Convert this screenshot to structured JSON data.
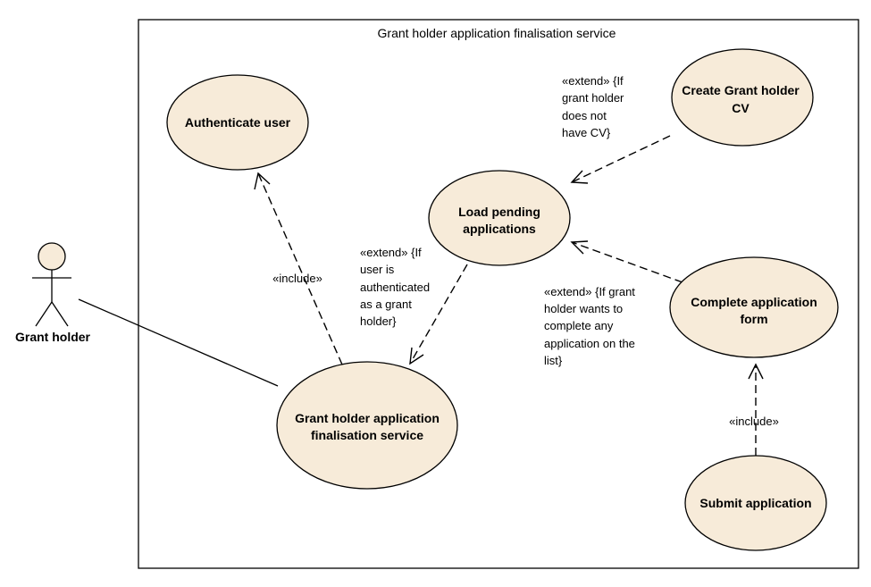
{
  "system": {
    "title": "Grant holder application finalisation service"
  },
  "actor": {
    "name": "Grant holder"
  },
  "use_cases": {
    "authenticate": [
      "Authenticate user"
    ],
    "create_cv": [
      "Create Grant holder",
      "CV"
    ],
    "load_pending": [
      "Load pending",
      "applications"
    ],
    "complete_form": [
      "Complete application",
      "form"
    ],
    "main_service": [
      "Grant holder application",
      "finalisation service"
    ],
    "submit": [
      "Submit application"
    ]
  },
  "relations": {
    "include_auth": [
      "«include»"
    ],
    "extend_auth": [
      "«extend» {If",
      "user is",
      "authenticated",
      "as a grant",
      "holder}"
    ],
    "extend_cv": [
      "«extend» {If",
      "grant holder",
      "does not",
      "have CV}"
    ],
    "extend_complete": [
      "«extend» {If grant",
      "holder wants to",
      "complete any",
      "application on the",
      "list}"
    ],
    "include_submit": [
      "«include»"
    ]
  },
  "colors": {
    "use_case_fill": "#f7ebd9",
    "stroke": "#000000",
    "background": "#ffffff"
  }
}
